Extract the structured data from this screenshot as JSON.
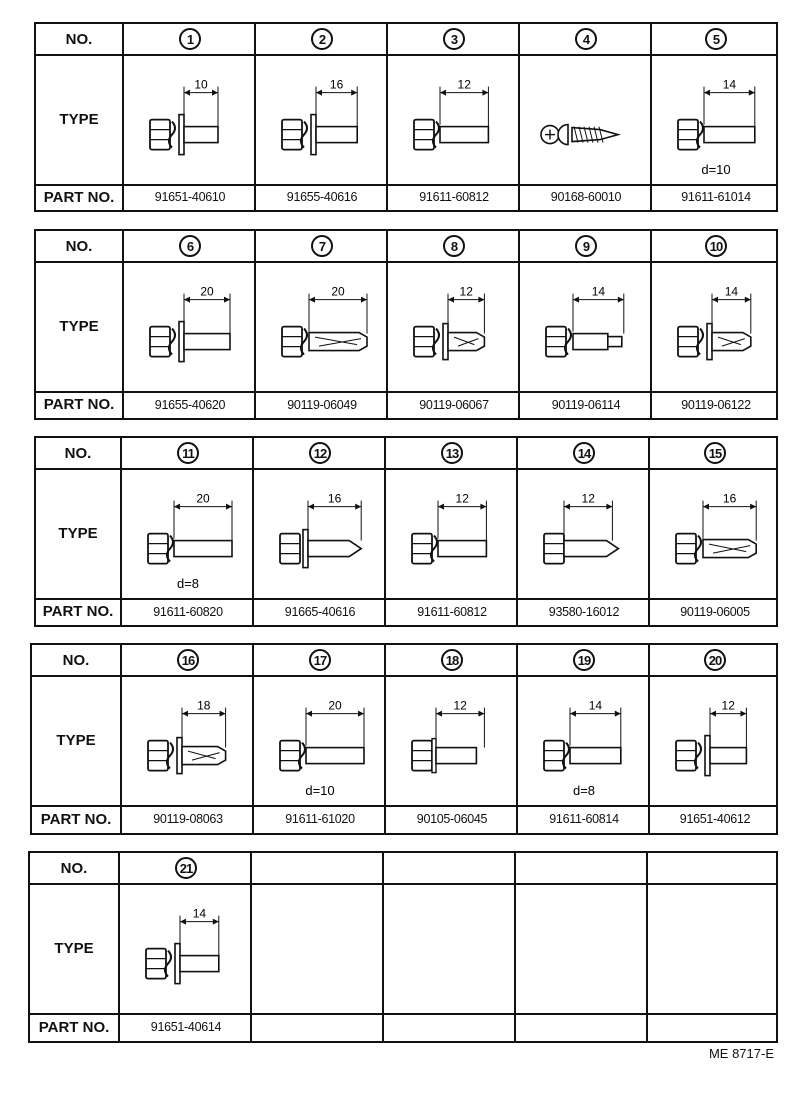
{
  "labels": {
    "no": "NO.",
    "type": "TYPE",
    "part_no": "PART NO."
  },
  "document_code": "ME 8717-E",
  "parts": [
    {
      "no": "1",
      "dim": "10",
      "part_no": "91651-40610",
      "shape": "flange-washer-bolt",
      "d": ""
    },
    {
      "no": "2",
      "dim": "16",
      "part_no": "91655-40616",
      "shape": "flange-washer-bolt",
      "d": ""
    },
    {
      "no": "3",
      "dim": "12",
      "part_no": "91611-60812",
      "shape": "hex-spring-bolt",
      "d": ""
    },
    {
      "no": "4",
      "dim": "",
      "part_no": "90168-60010",
      "shape": "tapping-screw",
      "d": ""
    },
    {
      "no": "5",
      "dim": "14",
      "part_no": "91611-61014",
      "shape": "hex-spring-bolt",
      "d": "d=10"
    },
    {
      "no": "6",
      "dim": "20",
      "part_no": "91655-40620",
      "shape": "flange-washer-bolt",
      "d": ""
    },
    {
      "no": "7",
      "dim": "20",
      "part_no": "90119-06049",
      "shape": "hex-spring-anchor",
      "d": ""
    },
    {
      "no": "8",
      "dim": "12",
      "part_no": "90119-06067",
      "shape": "washer-anchor",
      "d": ""
    },
    {
      "no": "9",
      "dim": "14",
      "part_no": "90119-06114",
      "shape": "stepped-bolt",
      "d": ""
    },
    {
      "no": "10",
      "dim": "14",
      "part_no": "90119-06122",
      "shape": "washer-anchor",
      "d": ""
    },
    {
      "no": "11",
      "dim": "20",
      "part_no": "91611-60820",
      "shape": "hex-spring-bolt",
      "d": "d=8"
    },
    {
      "no": "12",
      "dim": "16",
      "part_no": "91665-40616",
      "shape": "washer-pointed",
      "d": ""
    },
    {
      "no": "13",
      "dim": "12",
      "part_no": "91611-60812",
      "shape": "hex-spring-bolt",
      "d": ""
    },
    {
      "no": "14",
      "dim": "12",
      "part_no": "93580-16012",
      "shape": "hex-pointed",
      "d": ""
    },
    {
      "no": "15",
      "dim": "16",
      "part_no": "90119-06005",
      "shape": "hex-spring-anchor",
      "d": ""
    },
    {
      "no": "16",
      "dim": "18",
      "part_no": "90119-08063",
      "shape": "washer-anchor",
      "d": ""
    },
    {
      "no": "17",
      "dim": "20",
      "part_no": "91611-61020",
      "shape": "hex-spring-bolt",
      "d": "d=10"
    },
    {
      "no": "18",
      "dim": "12",
      "part_no": "90105-06045",
      "shape": "flange-bolt",
      "d": ""
    },
    {
      "no": "19",
      "dim": "14",
      "part_no": "91611-60814",
      "shape": "hex-spring-bolt",
      "d": "d=8"
    },
    {
      "no": "20",
      "dim": "12",
      "part_no": "91651-40612",
      "shape": "flange-washer-bolt",
      "d": ""
    },
    {
      "no": "21",
      "dim": "14",
      "part_no": "91651-40614",
      "shape": "flange-washer-bolt",
      "d": ""
    }
  ]
}
